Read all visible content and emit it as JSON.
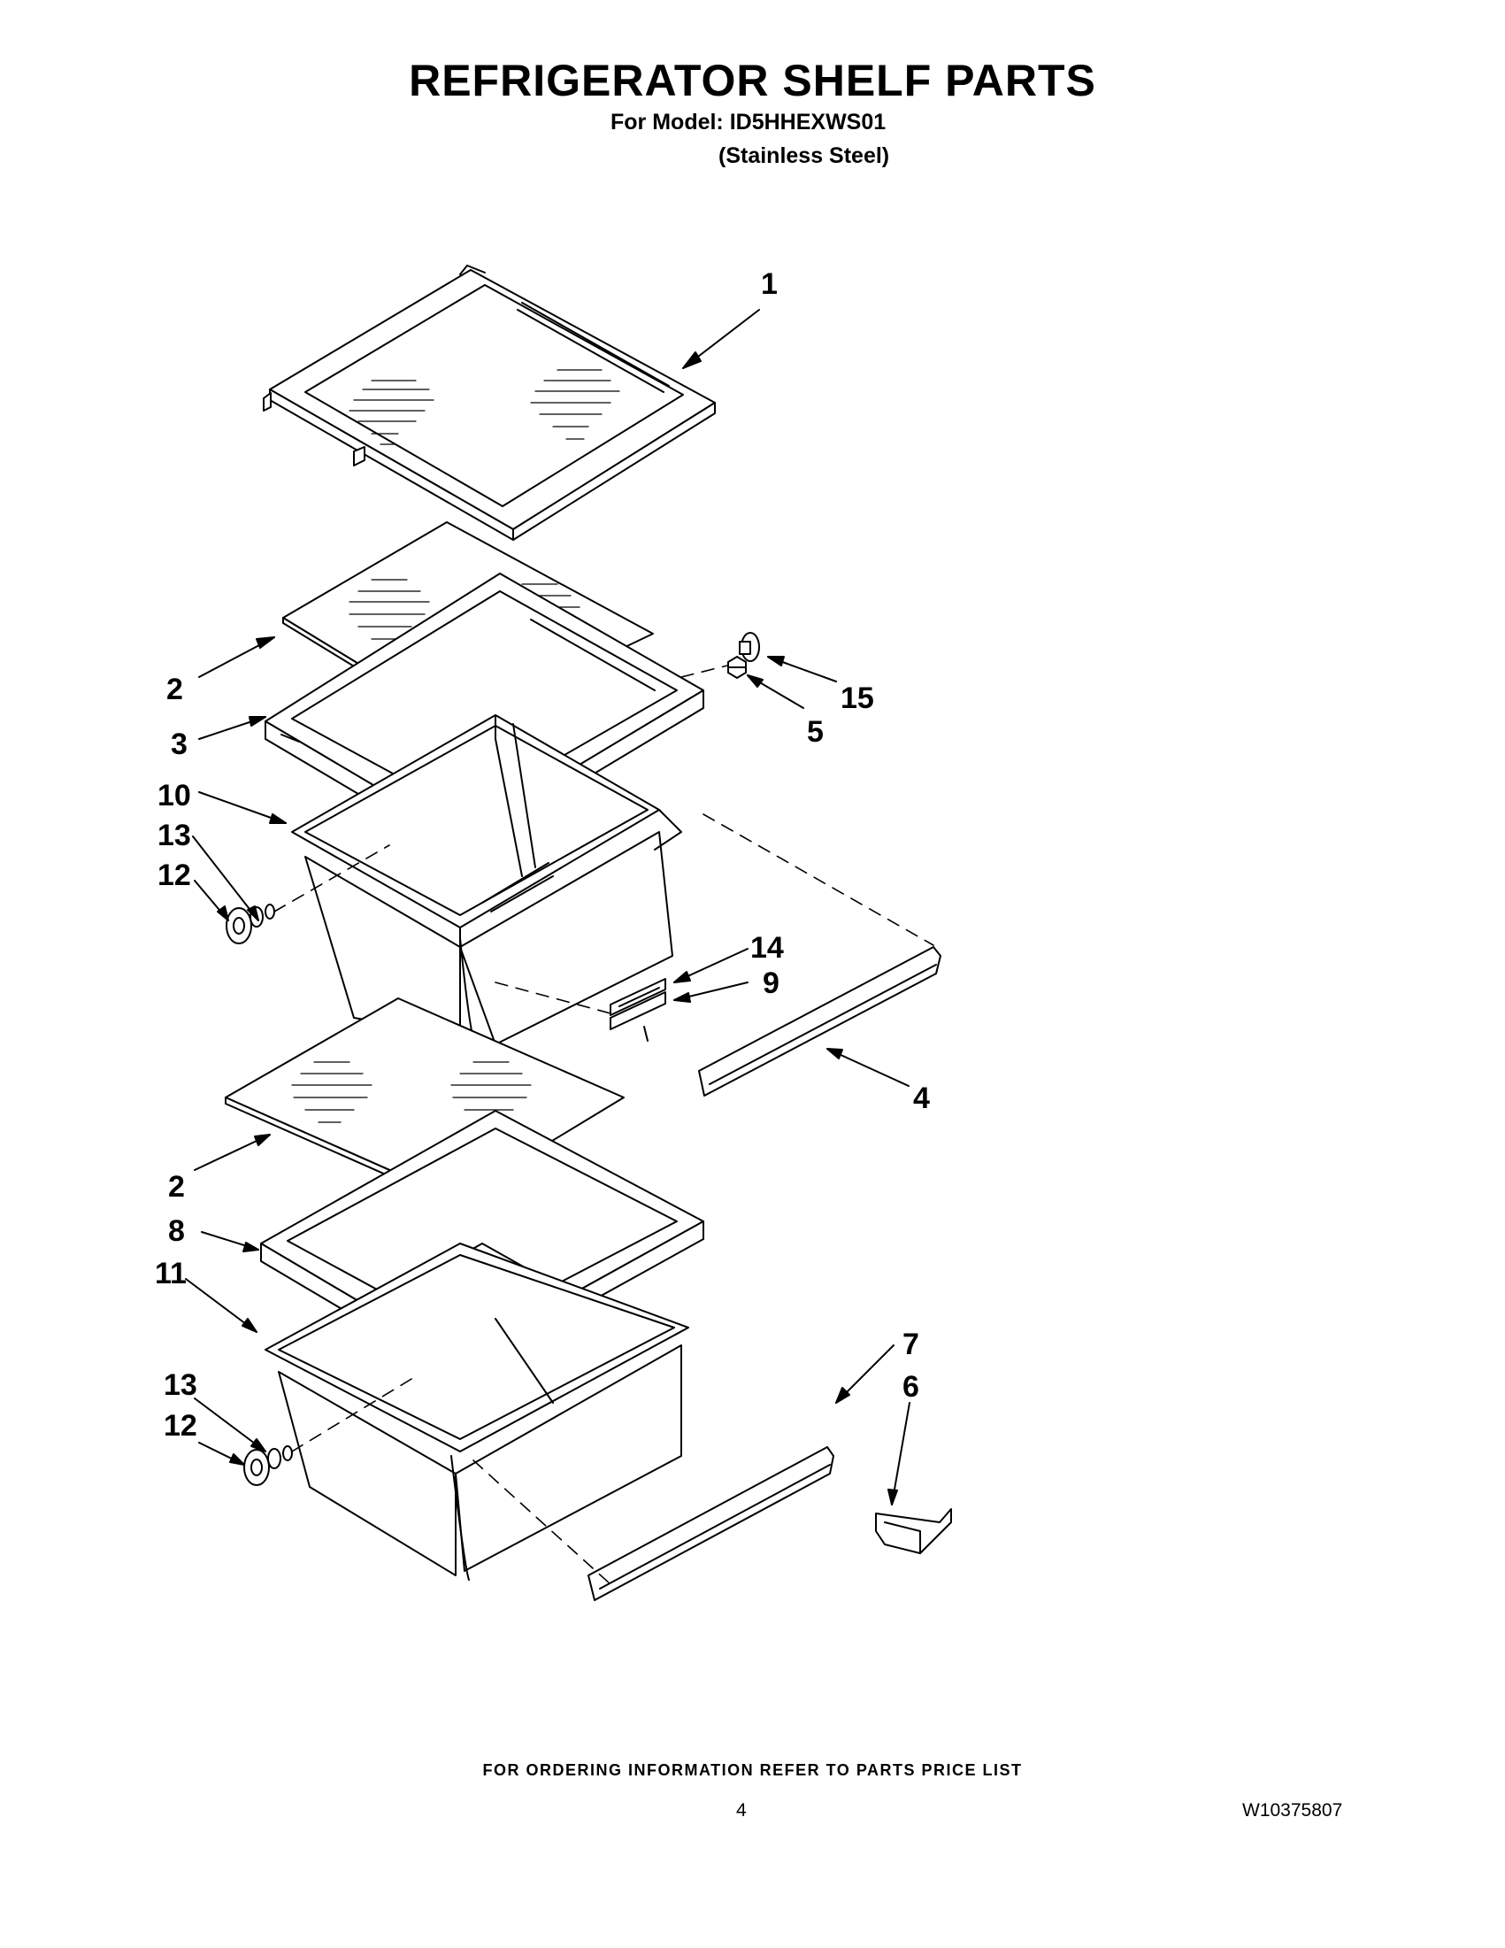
{
  "header": {
    "title": "REFRIGERATOR SHELF PARTS",
    "model_line": "For Model: ID5HHEXWS01",
    "model_variant": "(Stainless Steel)"
  },
  "diagram": {
    "callouts": {
      "c1": "1",
      "c2a": "2",
      "c3": "3",
      "c10": "10",
      "c13a": "13",
      "c12a": "12",
      "c15": "15",
      "c5": "5",
      "c14": "14",
      "c9": "9",
      "c4": "4",
      "c2b": "2",
      "c8": "8",
      "c11": "11",
      "c7": "7",
      "c6": "6",
      "c13b": "13",
      "c12b": "12"
    }
  },
  "footer": {
    "ordering_note": "FOR ORDERING INFORMATION REFER TO PARTS PRICE LIST",
    "page_number": "4",
    "document_number": "W10375807"
  }
}
